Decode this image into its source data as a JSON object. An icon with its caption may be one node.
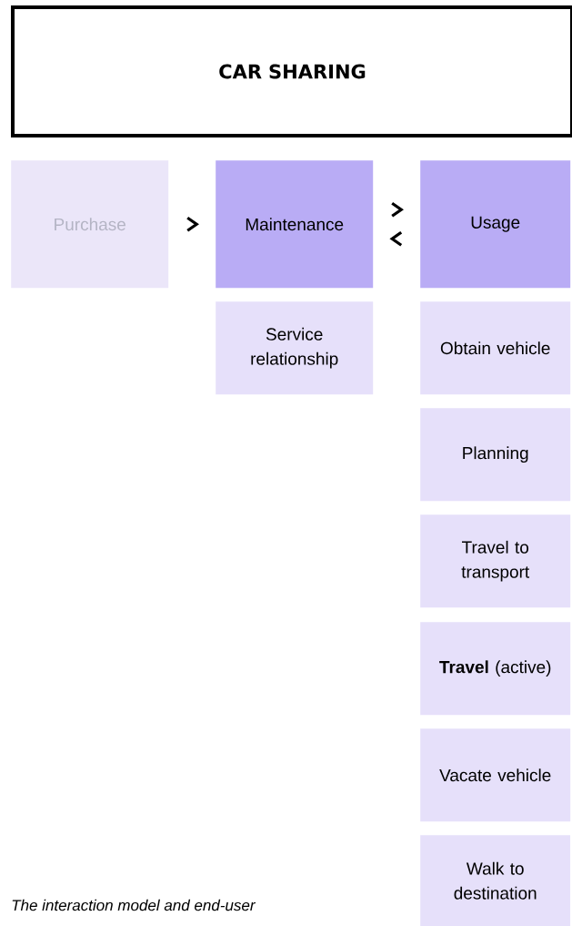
{
  "diagram": {
    "caption": "The interaction model and end-user",
    "nodes": [
      {
        "text": [
          "CAR SHARING"
        ]
      },
      {
        "text": [
          "Purchase"
        ]
      },
      {
        "text": [
          "Maintenance"
        ]
      },
      {
        "text": [
          "Usage"
        ]
      },
      {
        "text": [
          "Service relationship"
        ]
      },
      {
        "text": [
          "Obtain vehicle"
        ]
      },
      {
        "text": [
          "Planning"
        ]
      },
      {
        "text": [
          "Travel to transport"
        ]
      },
      {
        "text": [
          "**Travel** (active)"
        ]
      },
      {
        "text": [
          "Vacate vehicle"
        ]
      },
      {
        "text": [
          "Walk to destination"
        ]
      }
    ],
    "edges": [
      {
        "from": 1,
        "to": 2,
        "arrow": "to"
      },
      {
        "from": 2,
        "to": 3,
        "arrow": "to"
      },
      {
        "from": 3,
        "to": 2,
        "arrow": "to"
      }
    ]
  }
}
